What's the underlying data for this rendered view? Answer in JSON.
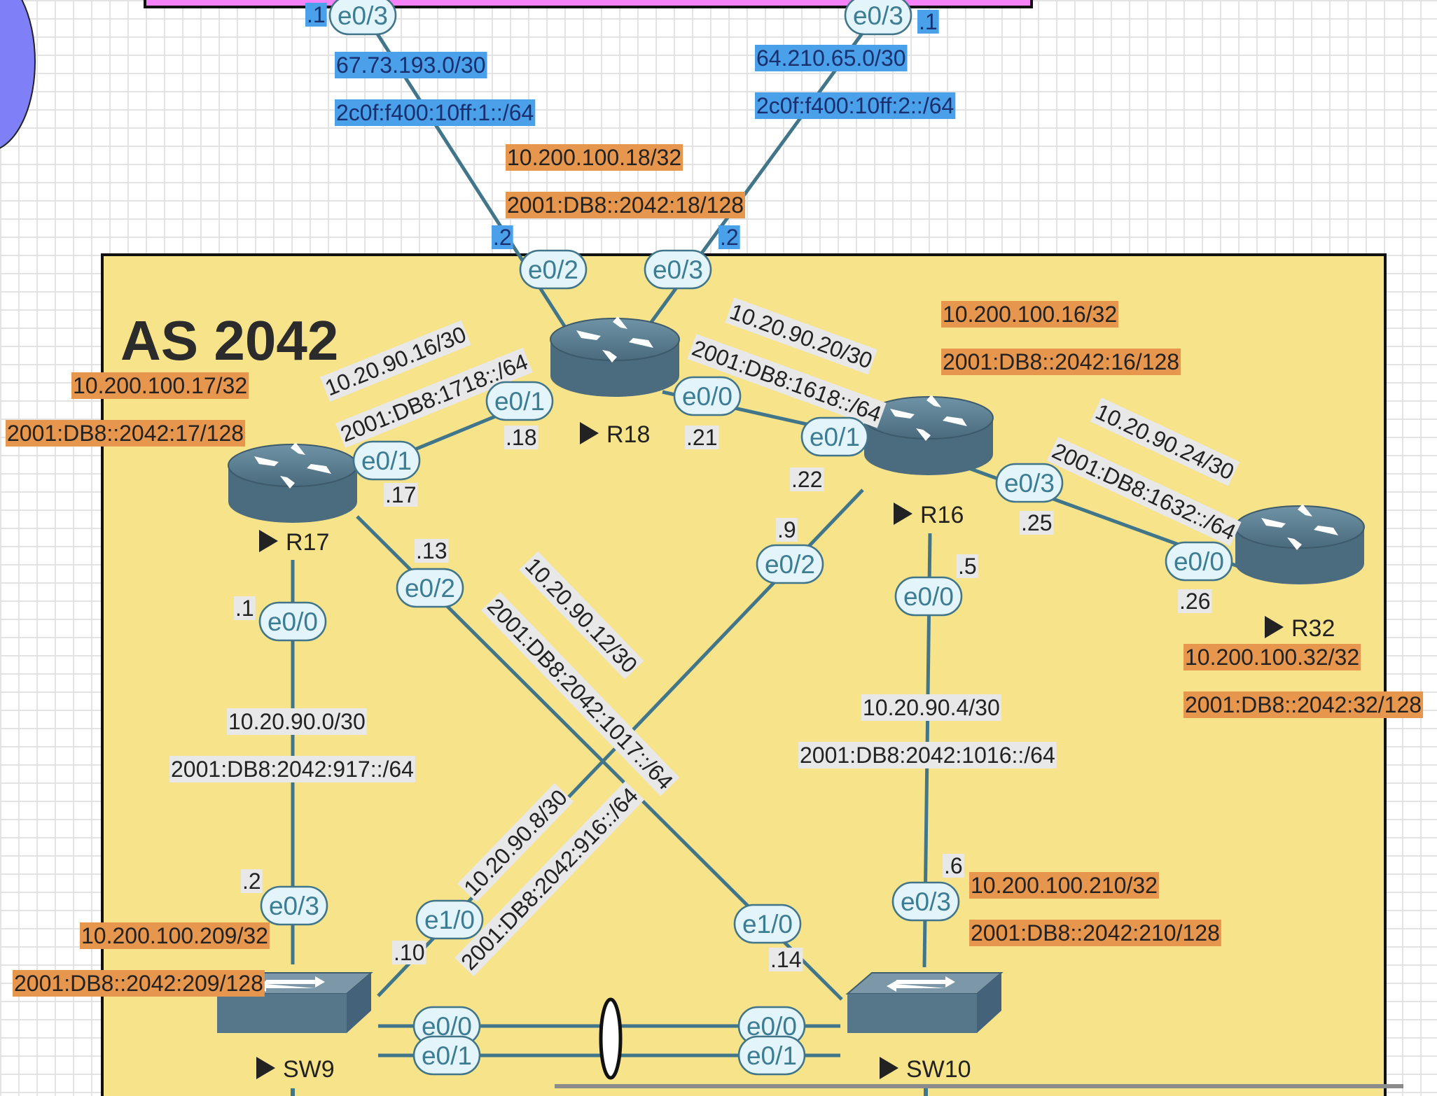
{
  "as_title": "AS 2042",
  "devices": {
    "R18": {
      "name": "R18",
      "ipv4": "10.200.100.18/32",
      "ipv6": "2001:DB8::2042:18/128"
    },
    "R17": {
      "name": "R17",
      "ipv4": "10.200.100.17/32",
      "ipv6": "2001:DB8::2042:17/128"
    },
    "R16": {
      "name": "R16",
      "ipv4": "10.200.100.16/32",
      "ipv6": "2001:DB8::2042:16/128"
    },
    "R32": {
      "name": "R32",
      "ipv4": "10.200.100.32/32",
      "ipv6": "2001:DB8::2042:32/128"
    },
    "SW9": {
      "name": "SW9",
      "ipv4": "10.200.100.209/32",
      "ipv6": "2001:DB8::2042:209/128"
    },
    "SW10": {
      "name": "SW10",
      "ipv4": "10.200.100.210/32",
      "ipv6": "2001:DB8::2042:210/128"
    }
  },
  "subnets": {
    "isp1_v4": "67.73.193.0/30",
    "isp1_v6": "2c0f:f400:10ff:1::/64",
    "isp2_v4": "64.210.65.0/30",
    "isp2_v6": "2c0f:f400:10ff:2::/64",
    "r17_r18_v4": "10.20.90.16/30",
    "r17_r18_v6": "2001:DB8:1718::/64",
    "r18_r16_v4": "10.20.90.20/30",
    "r18_r16_v6": "2001:DB8:1618::/64",
    "r16_r32_v4": "10.20.90.24/30",
    "r16_r32_v6": "2001:DB8:1632::/64",
    "r17_sw9_v4": "10.20.90.0/30",
    "r17_sw9_v6": "2001:DB8:2042:917::/64",
    "r16_sw10_v4": "10.20.90.4/30",
    "r16_sw10_v6": "2001:DB8:2042:1016::/64",
    "r17_sw10_v4": "10.20.90.12/30",
    "r17_sw10_v6": "2001:DB8:2042:1017::/64",
    "r16_sw9_v4": "10.20.90.8/30",
    "r16_sw9_v6": "2001:DB8:2042:916::/64"
  },
  "interfaces": {
    "isp1_e03": "e0/3",
    "isp2_e03": "e0/3",
    "r18_e02": "e0/2",
    "r18_e03": "e0/3",
    "r18_e01": "e0/1",
    "r18_e00": "e0/0",
    "r17_e01": "e0/1",
    "r17_e02": "e0/2",
    "r17_e00": "e0/0",
    "r16_e01": "e0/1",
    "r16_e03": "e0/3",
    "r16_e02": "e0/2",
    "r16_e00": "e0/0",
    "r32_e00": "e0/0",
    "sw9_e03": "e0/3",
    "sw9_e10": "e1/0",
    "sw9_e00": "e0/0",
    "sw9_e01": "e0/1",
    "sw10_e03": "e0/3",
    "sw10_e10": "e1/0",
    "sw10_e00": "e0/0",
    "sw10_e01": "e0/1"
  },
  "host_octets": {
    "isp1": ".1",
    "isp2": ".1",
    "r18_e02": ".2",
    "r18_e03": ".2",
    "r18_e01": ".18",
    "r18_e00": ".21",
    "r17_e01": ".17",
    "r17_e02": ".13",
    "r17_e00": ".1",
    "r16_e01": ".22",
    "r16_e03": ".25",
    "r16_e02": ".9",
    "r16_e00": ".5",
    "r32_e00": ".26",
    "sw9_e03": ".2",
    "sw9_e10": ".10",
    "sw10_e03": ".6",
    "sw10_e10": ".14"
  },
  "colors": {
    "as_area": "#f6e38a",
    "isp_box": "#f583f7",
    "isp_label": "#4aa0e9",
    "loopback_label": "#e7964d",
    "link": "#41758a",
    "router_body": "#56778a"
  }
}
